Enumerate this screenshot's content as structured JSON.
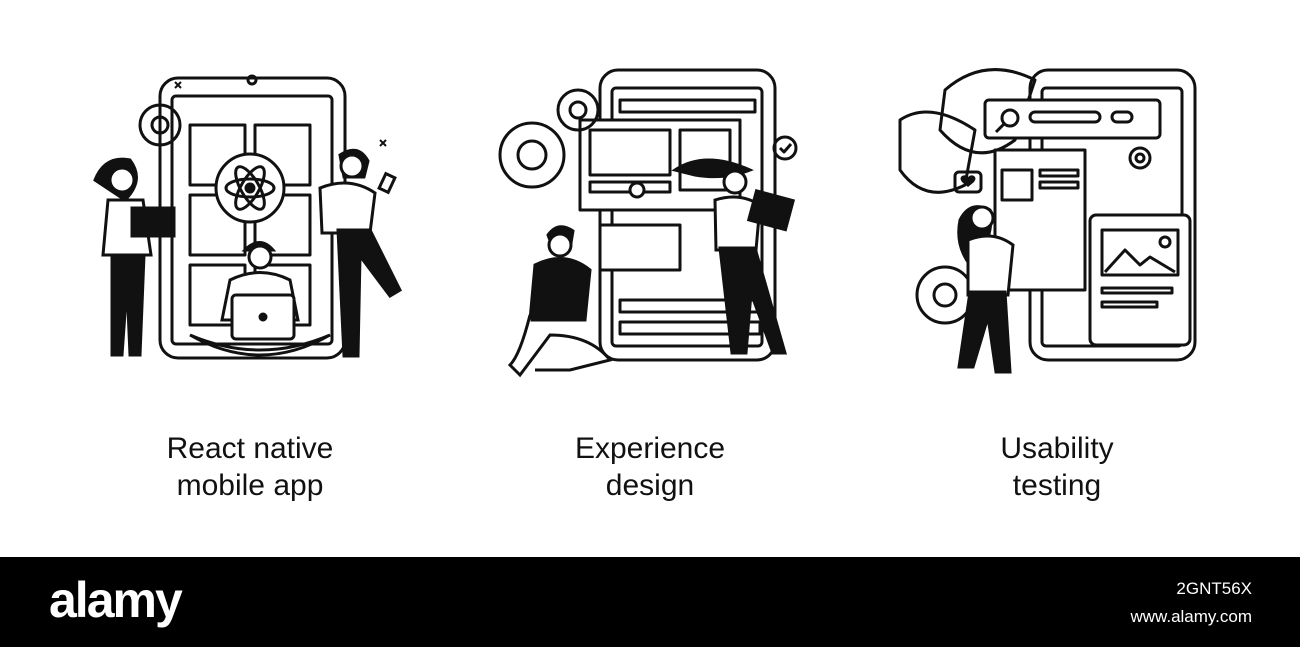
{
  "panels": [
    {
      "line1": "React native",
      "line2": "mobile app",
      "icon": "atom-icon"
    },
    {
      "line1": "Experience",
      "line2": "design",
      "icon": "gear-icon"
    },
    {
      "line1": "Usability",
      "line2": "testing",
      "icon": "search-icon"
    }
  ],
  "footer": {
    "brand": "alamy",
    "image_id": "2GNT56X",
    "site": "www.alamy.com"
  },
  "colors": {
    "ink": "#111111",
    "paper": "#ffffff",
    "footer_bg": "#000000"
  }
}
